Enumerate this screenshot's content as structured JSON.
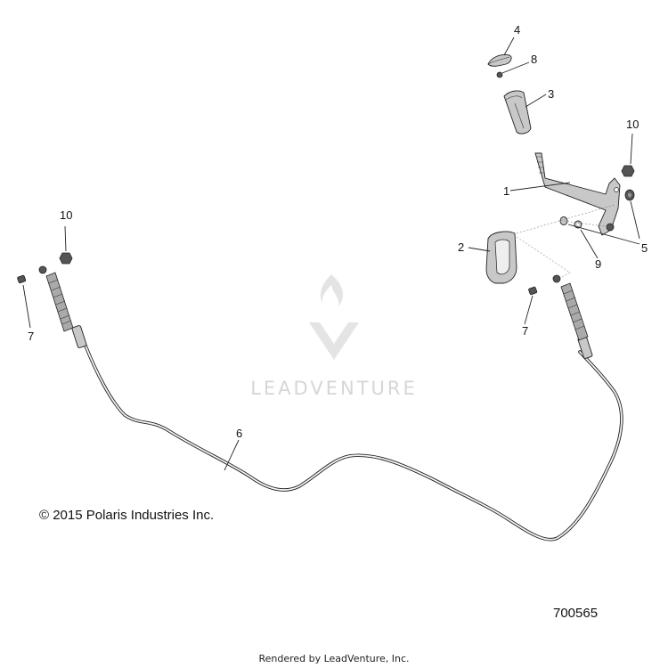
{
  "callouts": {
    "c1": "1",
    "c2": "2",
    "c3": "3",
    "c4": "4",
    "c5": "5",
    "c6": "6",
    "c7a": "7",
    "c7b": "7",
    "c8": "8",
    "c9": "9",
    "c10a": "10",
    "c10b": "10"
  },
  "copyright": "© 2015 Polaris Industries Inc.",
  "diagram_number": "700565",
  "watermark": "LEADVENTURE",
  "rendered_by": "Rendered by LeadVenture, Inc.",
  "colors": {
    "line": "#222222",
    "part_fill": "#c8c8c8",
    "watermark": "#d6d6d6"
  }
}
